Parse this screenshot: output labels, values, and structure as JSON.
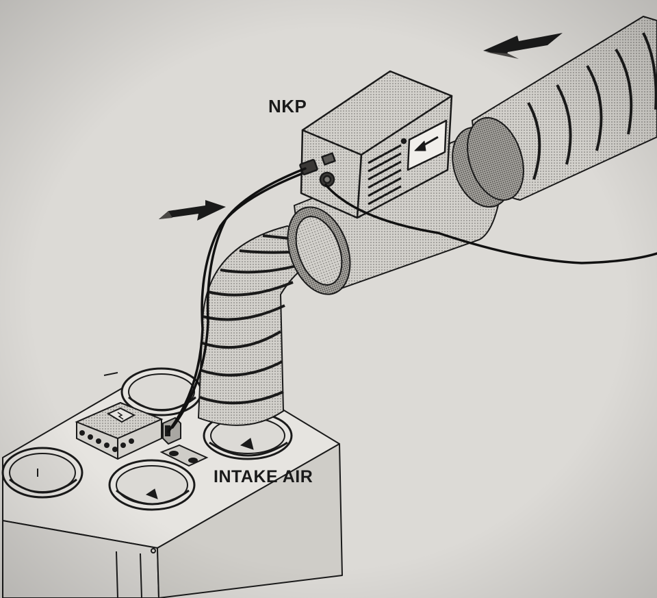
{
  "labels": {
    "heater": "NKP",
    "intake": "INTAKE AIR"
  },
  "colors": {
    "paper": "#dcdad6",
    "ink": "#1a1a1a",
    "shade": "#b9b7b2",
    "shade_dark": "#9c9a95"
  },
  "icons": {
    "flow_arrow_upper": "left-arrow",
    "flow_arrow_lower": "right-arrow",
    "direction_plate": "left-arrow"
  }
}
